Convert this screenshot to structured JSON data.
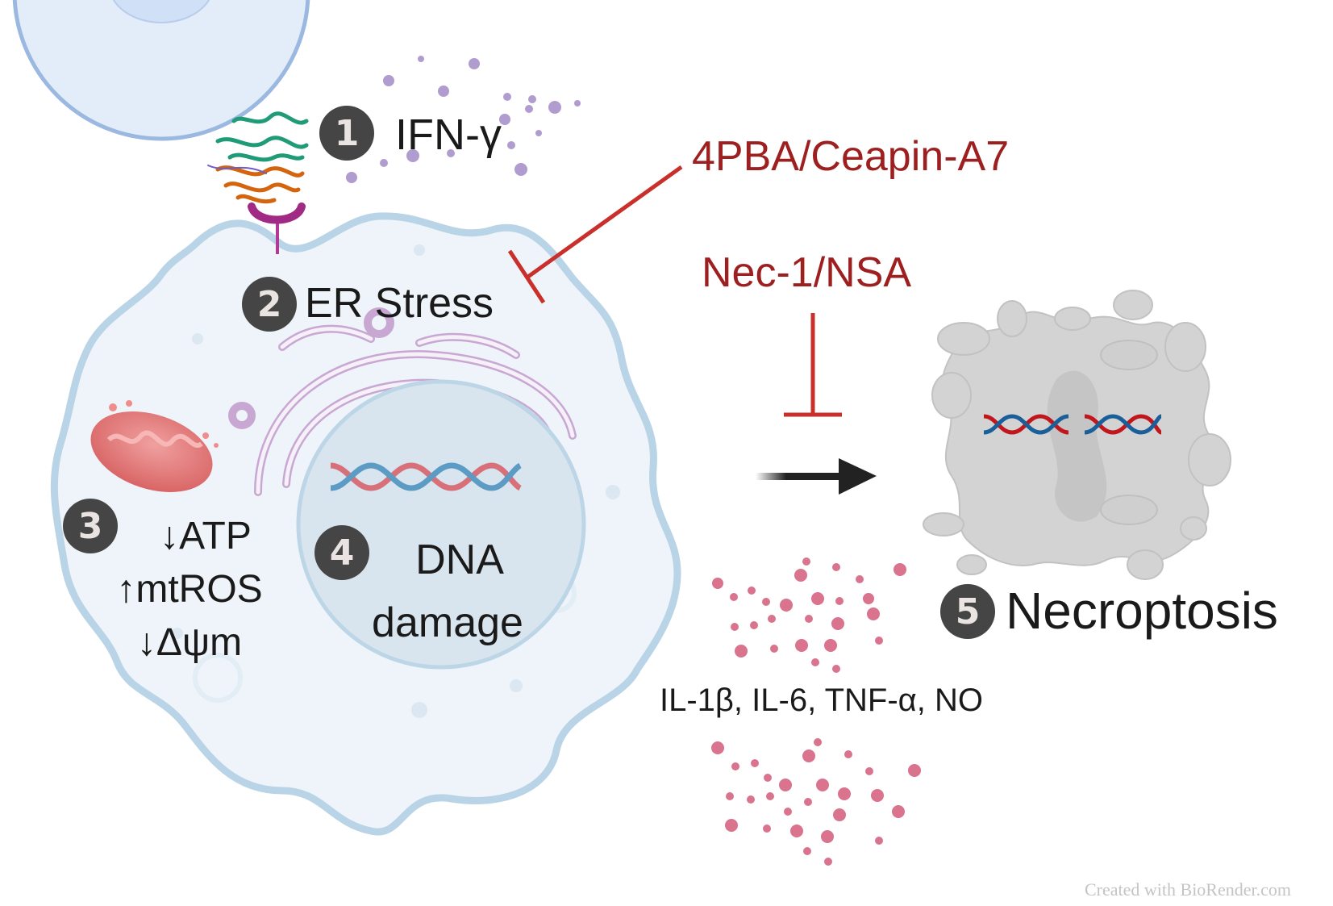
{
  "figure": {
    "steps": [
      {
        "number": "1",
        "label": "IFN-γ"
      },
      {
        "number": "2",
        "label": "ER Stress"
      },
      {
        "number": "3",
        "lines": [
          "↓ATP",
          "↑mtROS",
          "↓Δψm"
        ]
      },
      {
        "number": "4",
        "lines": [
          "DNA",
          "damage"
        ]
      },
      {
        "number": "5",
        "label": "Necroptosis"
      }
    ],
    "inhibitors": {
      "er_stress": "4PBA/Ceapin-A7",
      "necroptosis": "Nec-1/NSA"
    },
    "cytokines": "IL-1β, IL-6, TNF-α, NO",
    "watermark": "Created with BioRender.com",
    "colors": {
      "inhibitor": "#c9302c",
      "inhibitor_text": "#9e1f1f",
      "badge": "#454545",
      "cell_fill": "#eef4f9",
      "cell_outline": "#b9d4e6",
      "ifn_particles": "#b19cd0",
      "cytokine_particles": "#d9738e",
      "necrotic_cell": "#d3d3d3"
    }
  }
}
